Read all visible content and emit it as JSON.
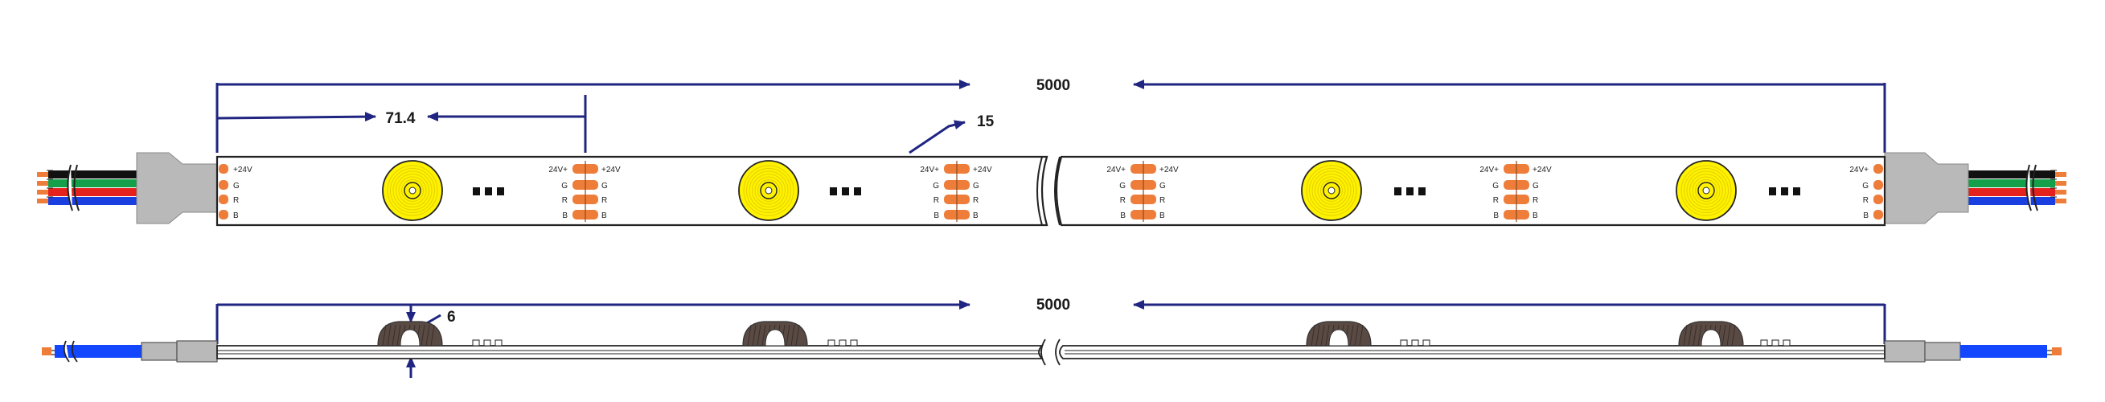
{
  "dimensions": {
    "total_length_top": "5000",
    "total_length_side": "5000",
    "segment_pitch": "71.4",
    "strip_width": "15",
    "led_height": "6"
  },
  "pad_labels": {
    "plus24v": "+24V",
    "v24plus": "24V+",
    "g": "G",
    "r": "R",
    "b": "B"
  },
  "ellipsis": "...",
  "colors": {
    "dimension": "#1f2580",
    "pad": "#ee7d3a",
    "led_yellow": "#fff200",
    "led_ring": "#e4d000",
    "connector": "#b9b9b9",
    "wire_black": "#111111",
    "wire_green": "#14a04a",
    "wire_red": "#e4211c",
    "wire_blue": "#1a3fe0",
    "cable_blue": "#1346ff",
    "led_side": "#5a4a44"
  },
  "icons": {
    "led": "smd-led-icon",
    "break": "strip-break-icon",
    "connector": "wire-connector-icon"
  }
}
